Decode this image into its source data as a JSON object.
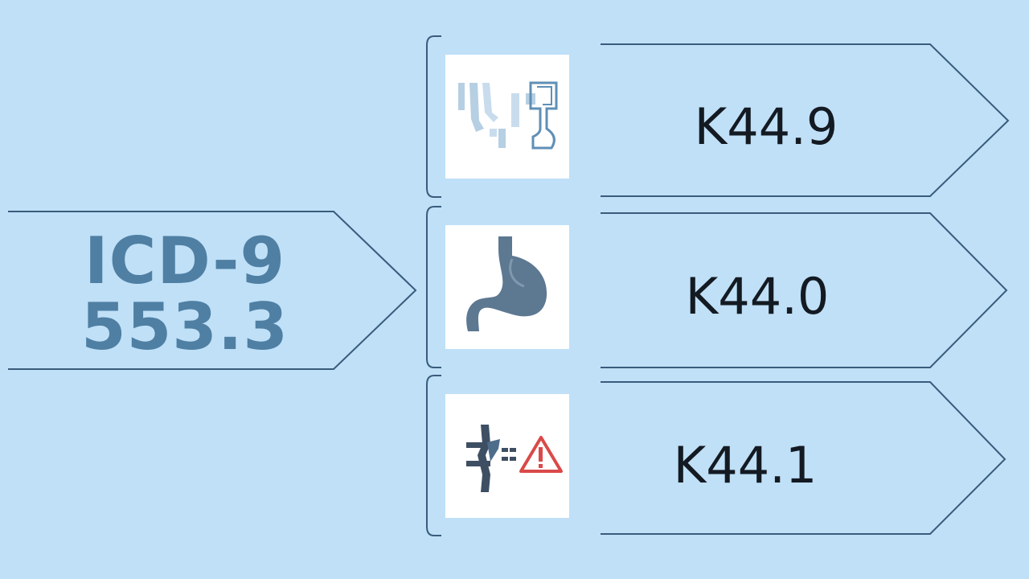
{
  "colors": {
    "background": "#bfe0f7",
    "outline": "#3a5c7c",
    "source_text": "#4f7fa3",
    "code_text": "#141a22",
    "icon_box": "#ffffff",
    "warning": "#d94a48"
  },
  "source": {
    "line1": "ICD-9",
    "line2": "553.3"
  },
  "targets": [
    {
      "code": "K44.9",
      "icon": "hernia-diagram-icon"
    },
    {
      "code": "K44.0",
      "icon": "stomach-icon"
    },
    {
      "code": "K44.1",
      "icon": "obstruction-warning-icon"
    }
  ]
}
